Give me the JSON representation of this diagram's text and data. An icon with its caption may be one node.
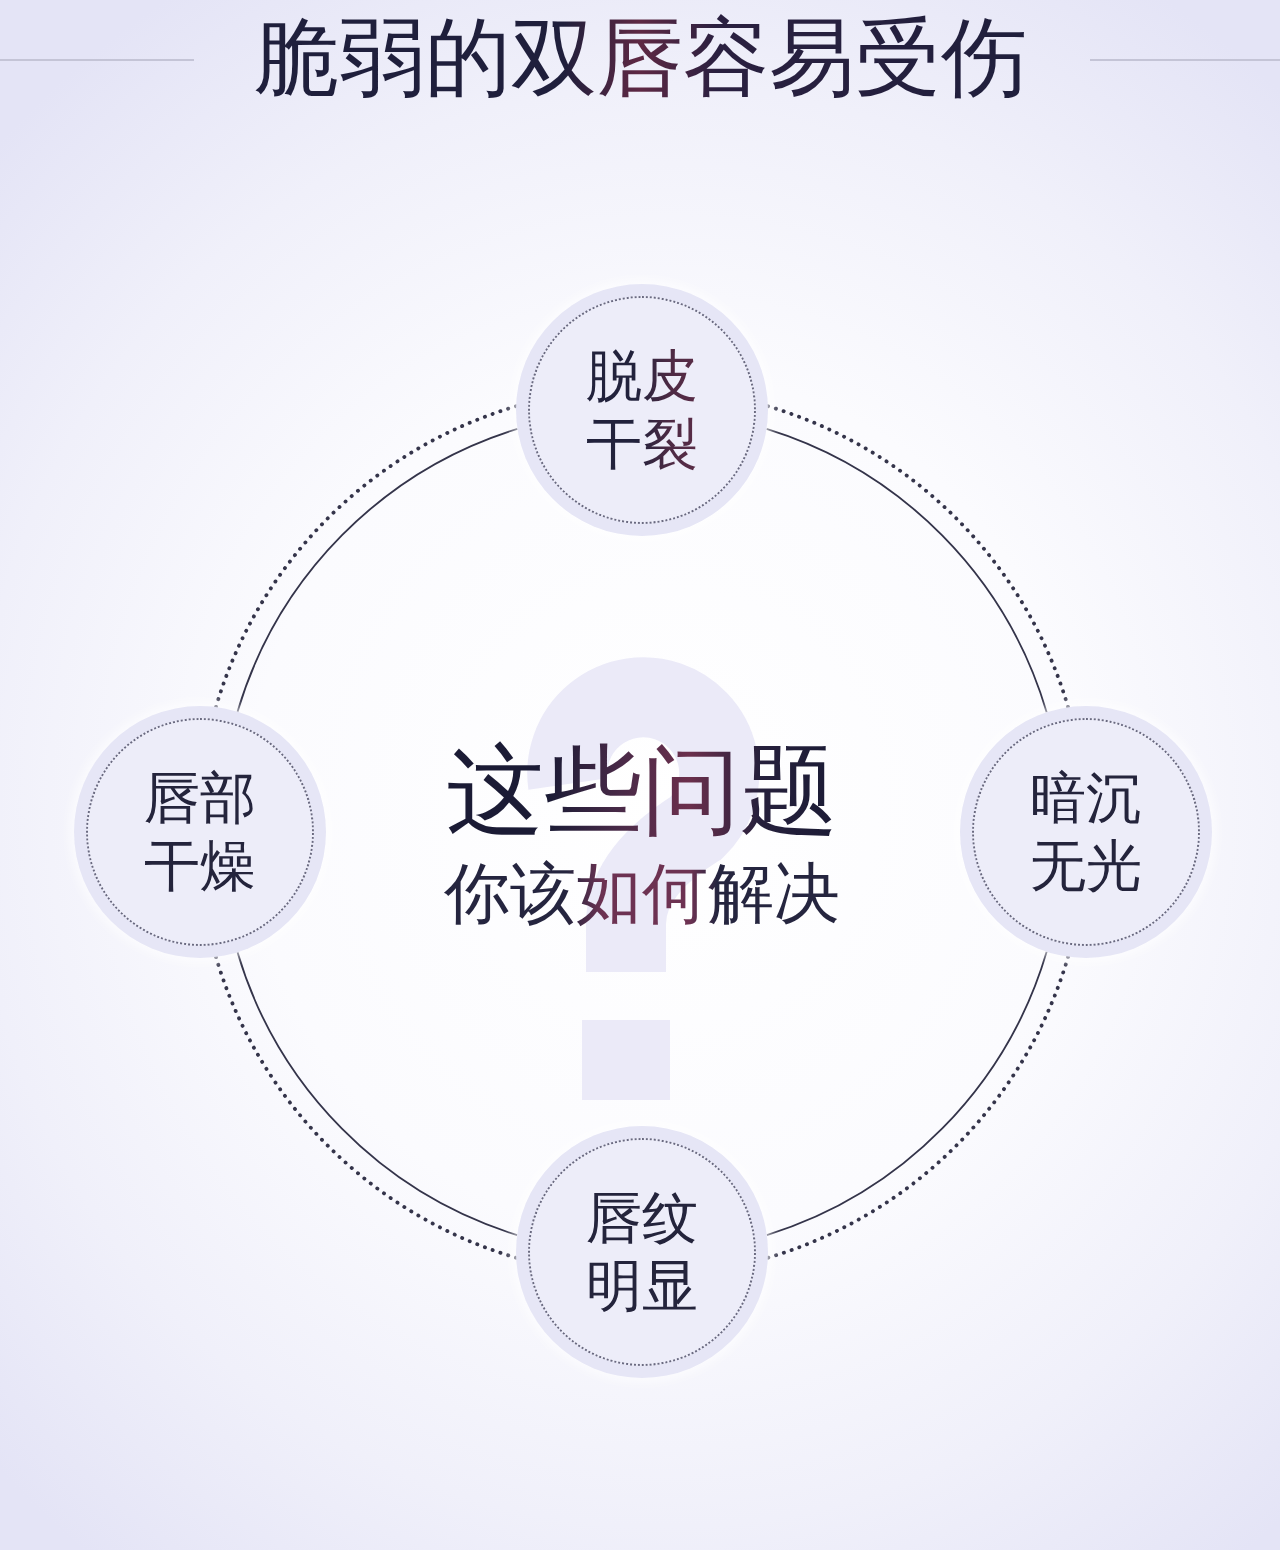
{
  "diagram": {
    "title": "脆弱的双唇容易受伤",
    "nodes": [
      {
        "text": [
          "脱皮干裂"
        ]
      },
      {
        "text": [
          "唇部干燥"
        ]
      },
      {
        "text": [
          "暗沉无光"
        ]
      },
      {
        "text": [
          "唇纹明显"
        ]
      }
    ],
    "edges": [
      {
        "from": 0,
        "to": 1,
        "arrow": "none"
      },
      {
        "from": 0,
        "to": 1,
        "arrow": "none",
        "style": "dashed"
      },
      {
        "from": 0,
        "to": 2,
        "arrow": "none"
      },
      {
        "from": 0,
        "to": 2,
        "arrow": "none",
        "style": "dashed"
      },
      {
        "from": 1,
        "to": 3,
        "arrow": "none"
      },
      {
        "from": 1,
        "to": 3,
        "arrow": "none",
        "style": "dashed"
      },
      {
        "from": 2,
        "to": 3,
        "arrow": "none"
      },
      {
        "from": 2,
        "to": 3,
        "arrow": "none",
        "style": "dashed"
      }
    ],
    "labels": [
      "这些问题",
      "你该如何解决"
    ]
  }
}
